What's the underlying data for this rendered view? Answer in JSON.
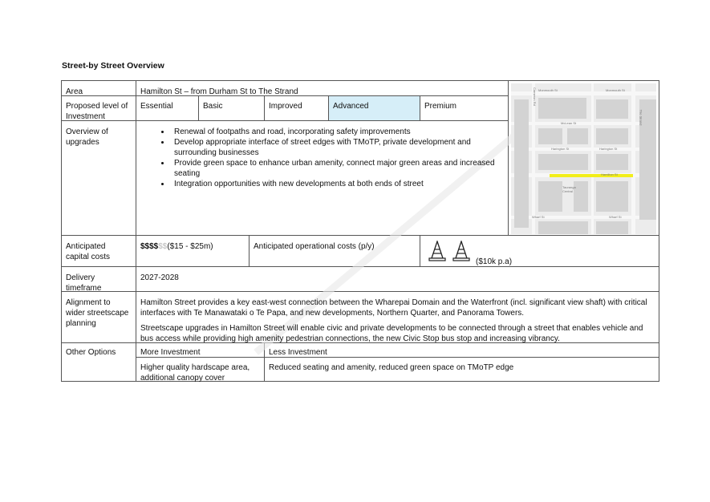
{
  "page": {
    "title": "Street-by Street Overview"
  },
  "rows": {
    "area": {
      "label": "Area",
      "value": "Hamilton St – from Durham St to The Strand"
    },
    "investment": {
      "label": "Proposed level of Investment",
      "levels": [
        "Essential",
        "Basic",
        "Improved",
        "Advanced",
        "Premium"
      ],
      "selected": "Advanced",
      "selected_color": "#d6eef8"
    },
    "overview": {
      "label": "Overview of upgrades",
      "bullets": [
        "Renewal of footpaths and road, incorporating safety improvements",
        "Develop appropriate interface of street edges with TMoTP, private development and surrounding businesses",
        "Provide green space to enhance urban amenity, connect major green areas and increased seating",
        "Integration opportunities with new developments at both ends of street"
      ]
    },
    "capital": {
      "label": "Anticipated capital costs",
      "dollars_bold": "$$$$",
      "dollars_faint": "$$",
      "range": "($15 - $25m)",
      "operational_label": "Anticipated operational costs (p/y)",
      "operational_value": "($10k p.a)",
      "cone_icon": "traffic-cone-icon"
    },
    "delivery": {
      "label": "Delivery timeframe",
      "value": "2027-2028"
    },
    "alignment": {
      "label": "Alignment to wider streetscape planning",
      "paragraphs": [
        "Hamilton Street provides a key east-west connection between the Wharepai Domain and the Waterfront (incl. significant view shaft) with critical interfaces with Te Manawataki o Te Papa, and new developments, Northern Quarter, and Panorama Towers.",
        "Streetscape upgrades in Hamilton Street will enable civic and private developments to be connected through a street that enables vehicle and bus access while providing high amenity pedestrian connections, the new Civic Stop bus stop and increasing vibrancy."
      ]
    },
    "options": {
      "label": "Other Options",
      "more_header": "More Investment",
      "less_header": "Less Investment",
      "more_value": "Higher quality hardscape area, additional canopy cover",
      "less_value": "Reduced seating and amenity, reduced green space on TMoTP edge"
    }
  },
  "map": {
    "labels": {
      "top_left": "Monmouth St",
      "top_right": "Monmouth St",
      "mclean": "McLean St",
      "harington_left": "Harington St",
      "harington_right": "Harington St",
      "hamilton": "Hamilton St",
      "tauranga": "Tauranga Central",
      "wharf_left": "Wharf St",
      "wharf_right": "Wharf St",
      "strand": "The Strand",
      "cameron": "Cameron Rd"
    },
    "highlight_color": "#f2ee1a"
  }
}
